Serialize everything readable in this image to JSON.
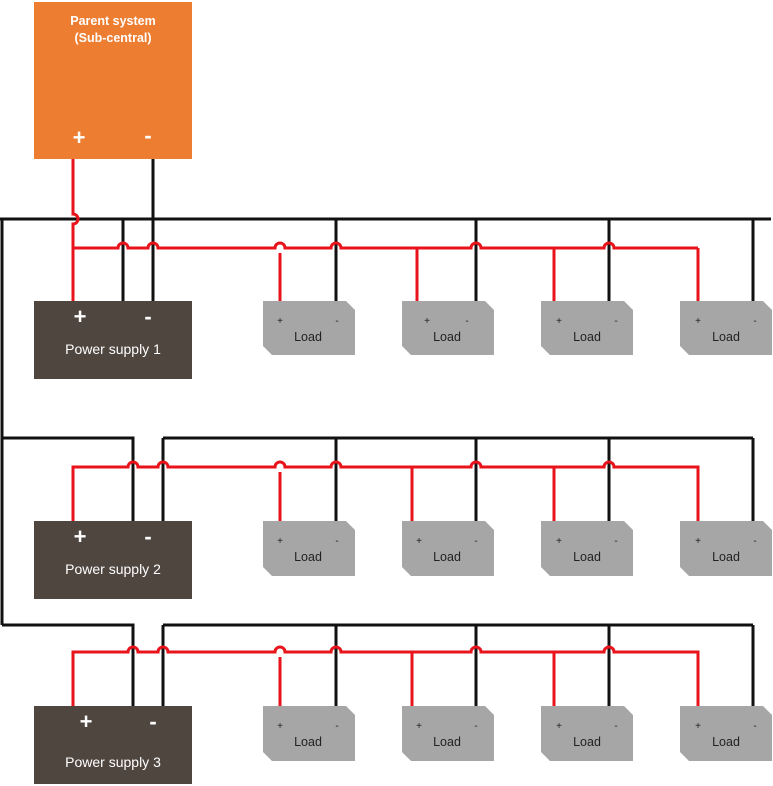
{
  "parent_system": {
    "title_line1": "Parent system",
    "title_line2": "(Sub-central)",
    "plus": "+",
    "minus": "-",
    "color": "#ed7d31"
  },
  "power_supplies": [
    {
      "label": "Power supply 1",
      "plus": "+",
      "minus": "-"
    },
    {
      "label": "Power supply 2",
      "plus": "+",
      "minus": "-"
    },
    {
      "label": "Power supply 3",
      "plus": "+",
      "minus": "-"
    }
  ],
  "load": {
    "label": "Load",
    "plus": "+",
    "minus": "-"
  },
  "colors": {
    "positive_wire": "#e8131b",
    "negative_wire": "#111111",
    "power_supply": "#4f4640",
    "load": "#a6a6a6"
  }
}
